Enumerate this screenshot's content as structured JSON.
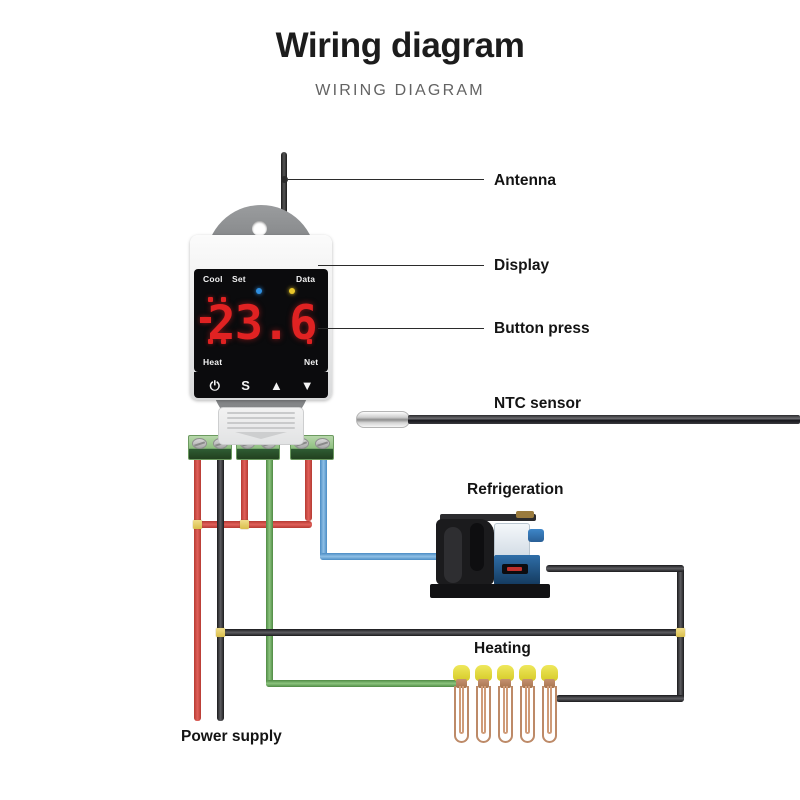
{
  "page": {
    "title": "Wiring diagram",
    "subtitle": "WIRING DIAGRAM"
  },
  "callouts": [
    {
      "key": "antenna",
      "label": "Antenna"
    },
    {
      "key": "display",
      "label": "Display"
    },
    {
      "key": "button_press",
      "label": "Button press"
    }
  ],
  "regions": [
    {
      "key": "ntc_sensor",
      "label": "NTC sensor"
    },
    {
      "key": "refrigeration",
      "label": "Refrigeration"
    },
    {
      "key": "heating",
      "label": "Heating"
    },
    {
      "key": "power_supply",
      "label": "Power supply"
    }
  ],
  "device": {
    "screen": {
      "reading": "23.6",
      "labels": {
        "cool": "Cool",
        "set": "Set",
        "data": "Data",
        "heat": "Heat",
        "net": "Net"
      },
      "indicators": [
        {
          "name": "set-led",
          "color": "#2f8fe0"
        },
        {
          "name": "data-led",
          "color": "#e8c62a"
        }
      ],
      "digit_color": "#e02222"
    },
    "buttons": [
      {
        "key": "power",
        "glyph": "⏻"
      },
      {
        "key": "set",
        "glyph": "S"
      },
      {
        "key": "up",
        "glyph": "▲"
      },
      {
        "key": "down",
        "glyph": "▼"
      }
    ],
    "terminals": [
      {
        "key": "terminal-block-1",
        "screws": 2
      },
      {
        "key": "terminal-block-2",
        "screws": 2
      },
      {
        "key": "terminal-block-3",
        "screws": 2
      }
    ]
  },
  "wire_colors": {
    "live_red": "#c4493f",
    "neutral_black": "#2a2a2e",
    "heating_green": "#6ca85c",
    "cooling_blue": "#6ba5d6",
    "junction": "#e0c960"
  },
  "heating_elements_count": 5
}
